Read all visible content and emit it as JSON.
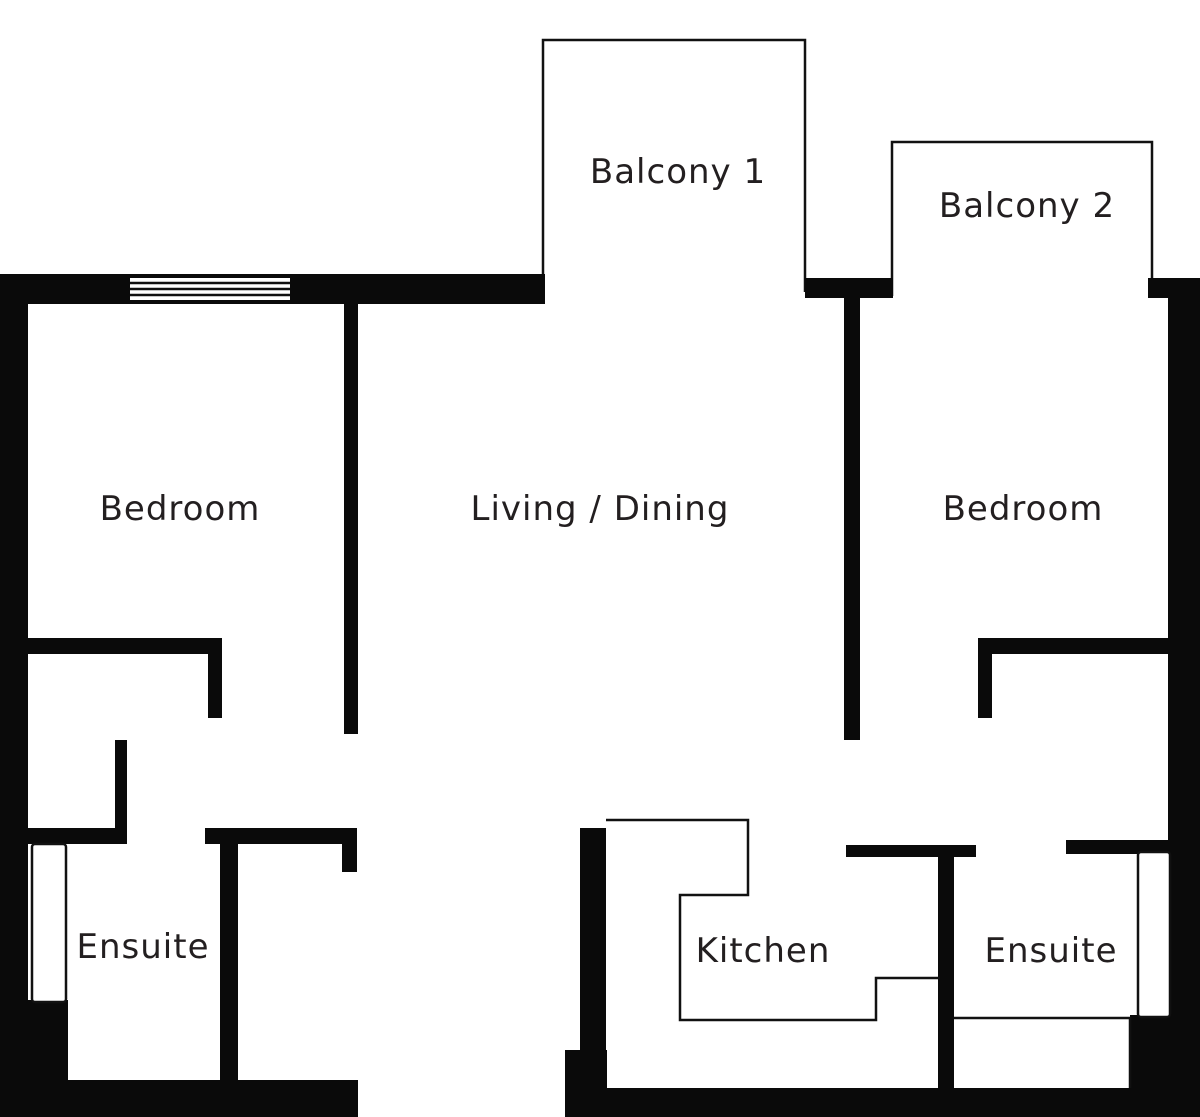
{
  "rooms": {
    "balcony_1": "Balcony 1",
    "balcony_2": "Balcony 2",
    "bedroom_left": "Bedroom",
    "living_dining": "Living / Dining",
    "bedroom_right": "Bedroom",
    "ensuite_left": "Ensuite",
    "kitchen": "Kitchen",
    "ensuite_right": "Ensuite"
  },
  "colors": {
    "wall": "#0a0a0a",
    "background": "#ffffff",
    "label": "#231f20"
  }
}
